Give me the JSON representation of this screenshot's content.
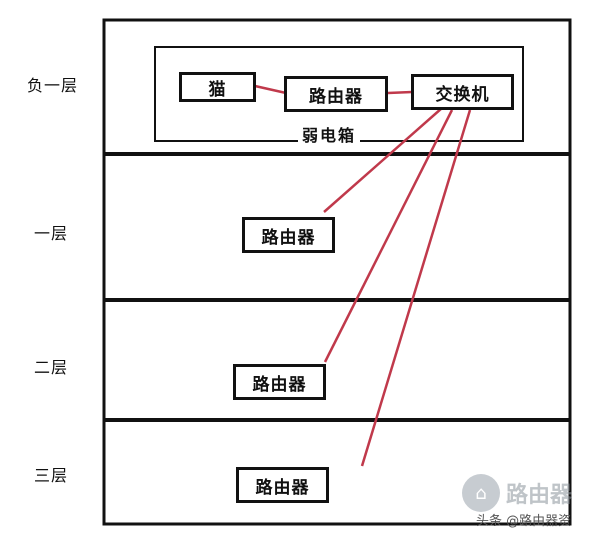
{
  "floors": [
    {
      "label": "负一层"
    },
    {
      "label": "一层"
    },
    {
      "label": "二层"
    },
    {
      "label": "三层"
    }
  ],
  "cabinet": {
    "label": "弱电箱",
    "modem": "猫",
    "router": "路由器",
    "switch": "交换机"
  },
  "floor_routers": {
    "floor1": "路由器",
    "floor2": "路由器",
    "floor3": "路由器"
  },
  "colors": {
    "line": "#111111",
    "cable": "#c0394b"
  },
  "watermark": {
    "big": "路由器",
    "small": "头条 @路由器资"
  }
}
